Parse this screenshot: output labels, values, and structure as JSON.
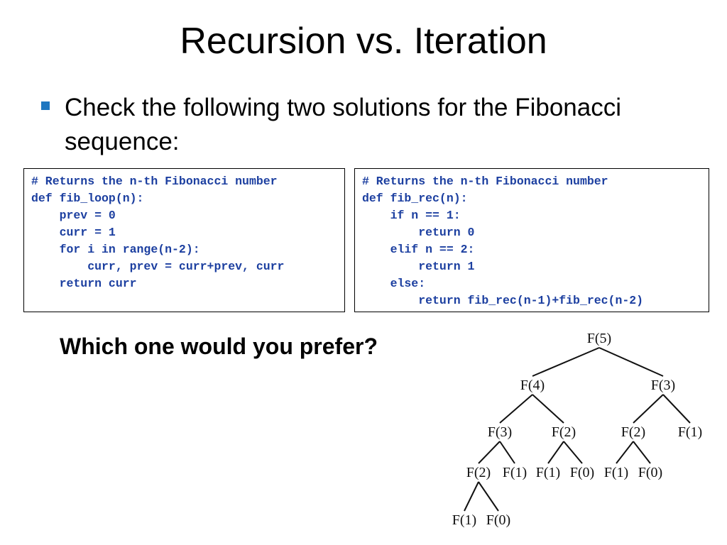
{
  "slide": {
    "title": "Recursion vs. Iteration",
    "bullet": "Check the following two solutions for the Fibonacci sequence:",
    "question": "Which one would you prefer?"
  },
  "code_loop": [
    "# Returns the n-th Fibonacci number",
    "def fib_loop(n):",
    "    prev = 0",
    "    curr = 1",
    "    for i in range(n-2):",
    "        curr, prev = curr+prev, curr",
    "    return curr"
  ],
  "code_rec": [
    "# Returns the n-th Fibonacci number",
    "def fib_rec(n):",
    "    if n == 1:",
    "        return 0",
    "    elif n == 2:",
    "        return 1",
    "    else:",
    "        return fib_rec(n-1)+fib_rec(n-2)"
  ],
  "tree": {
    "nodes": [
      {
        "id": "n5",
        "label": "F(5)"
      },
      {
        "id": "n4",
        "label": "F(4)"
      },
      {
        "id": "n3a",
        "label": "F(3)"
      },
      {
        "id": "n3b",
        "label": "F(3)"
      },
      {
        "id": "n2a",
        "label": "F(2)"
      },
      {
        "id": "n2b",
        "label": "F(2)"
      },
      {
        "id": "n1a",
        "label": "F(1)"
      },
      {
        "id": "n2c",
        "label": "F(2)"
      },
      {
        "id": "n1b",
        "label": "F(1)"
      },
      {
        "id": "n1c",
        "label": "F(1)"
      },
      {
        "id": "n0a",
        "label": "F(0)"
      },
      {
        "id": "n1d",
        "label": "F(1)"
      },
      {
        "id": "n0b",
        "label": "F(0)"
      },
      {
        "id": "n1e",
        "label": "F(1)"
      },
      {
        "id": "n0c",
        "label": "F(0)"
      }
    ],
    "edges": [
      [
        "n5",
        "n4"
      ],
      [
        "n5",
        "n3b"
      ],
      [
        "n4",
        "n3a"
      ],
      [
        "n4",
        "n2b"
      ],
      [
        "n3b",
        "n2c"
      ],
      [
        "n3b",
        "n1b"
      ],
      [
        "n3a",
        "n2a"
      ],
      [
        "n3a",
        "n1a"
      ],
      [
        "n2b",
        "n1c"
      ],
      [
        "n2b",
        "n0a"
      ],
      [
        "n2c",
        "n1d"
      ],
      [
        "n2c",
        "n0b"
      ],
      [
        "n2a",
        "n1e"
      ],
      [
        "n2a",
        "n0c"
      ]
    ]
  }
}
